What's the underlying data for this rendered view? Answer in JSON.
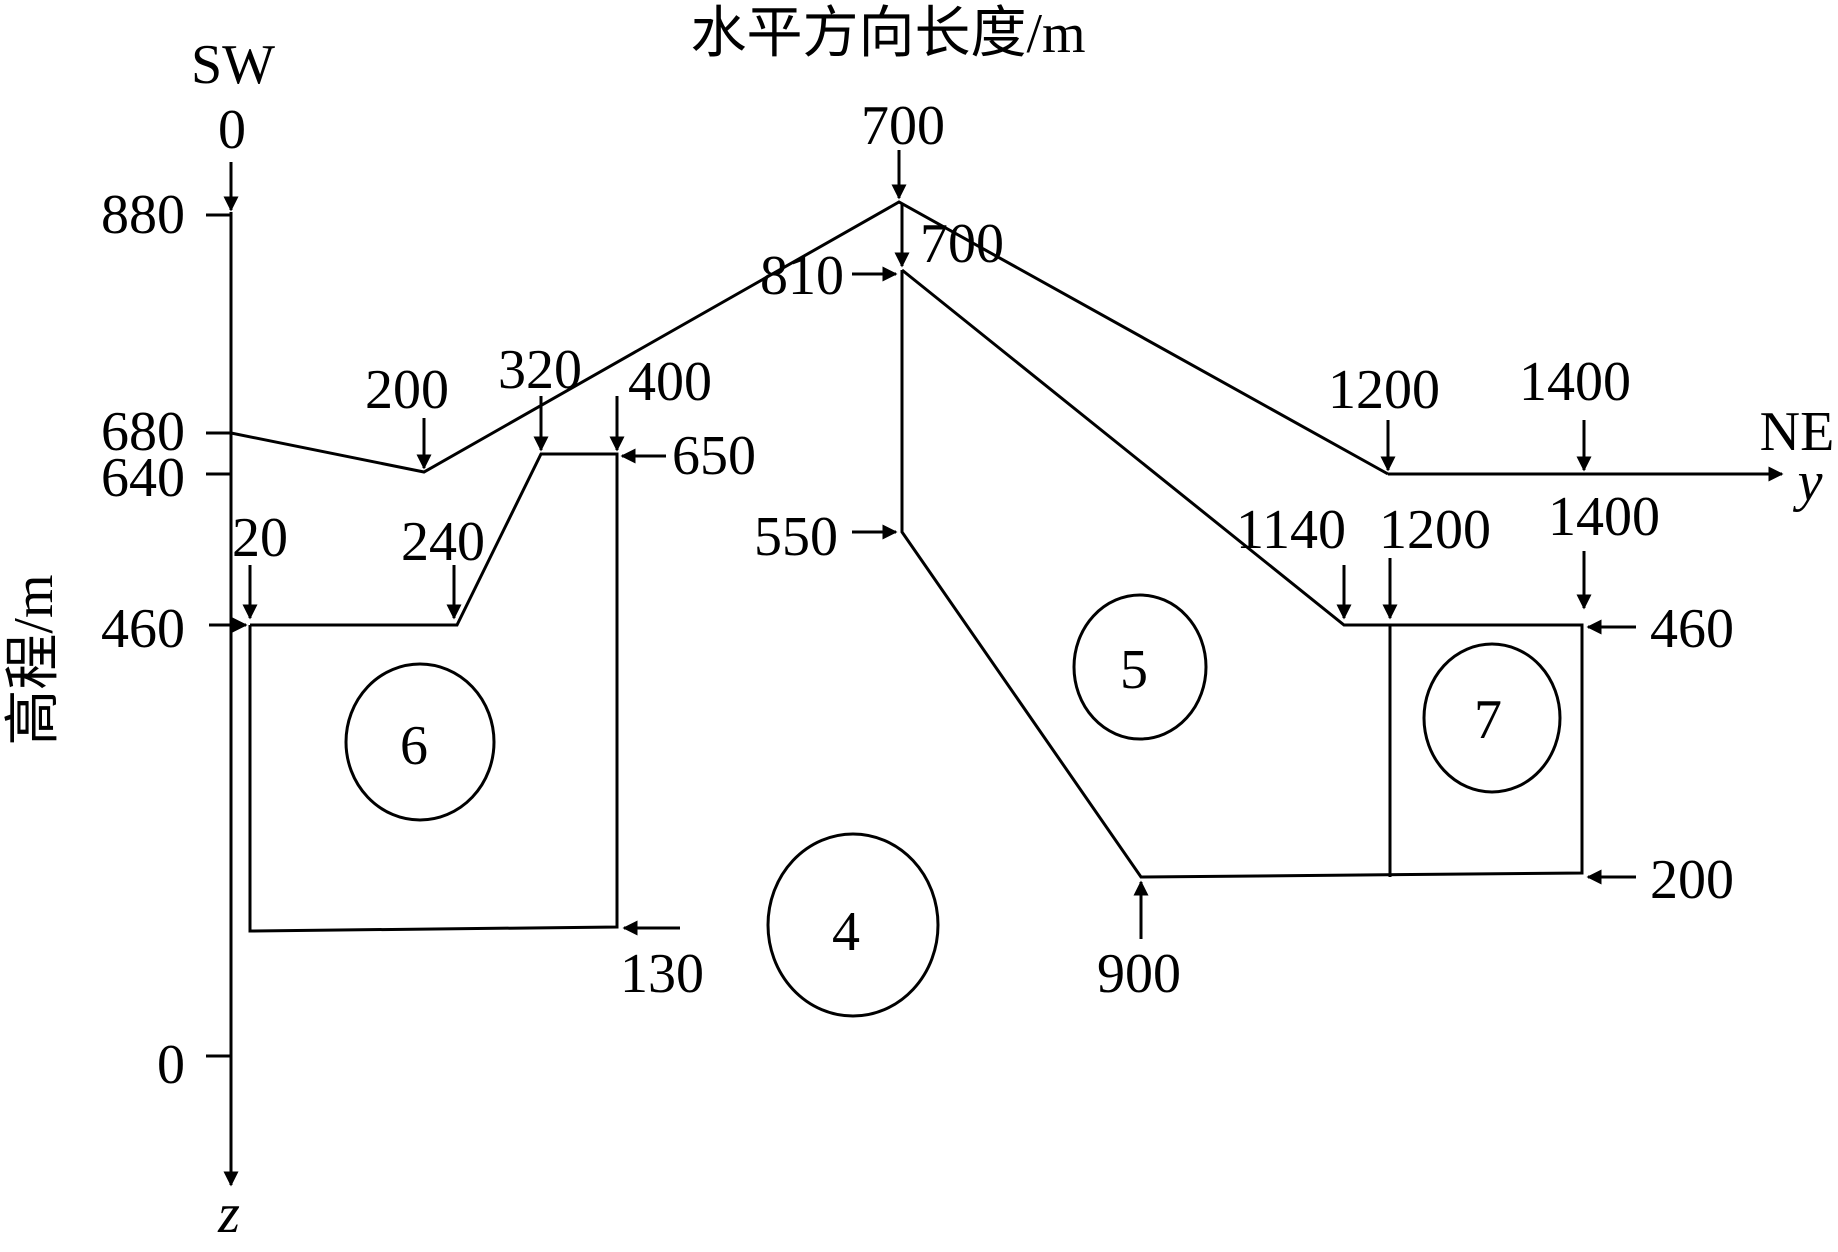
{
  "title": "水平方向长度/m",
  "left_direction": "SW",
  "right_direction": "NE",
  "y_axis_title": "高程/m",
  "horizontal_axis_symbol": "y",
  "vertical_axis_symbol": "z",
  "top_origin_label": "0",
  "elevation_ticks": [
    "880",
    "680",
    "640",
    "460",
    "0"
  ],
  "surface_labels": {
    "peak_top": "700",
    "peak_inner": "700",
    "point_200": "200",
    "point_320": "320",
    "point_400": "400",
    "point_1200": "1200",
    "point_1400": "1400"
  },
  "elevation_labels": {
    "e810": "810",
    "e650": "650",
    "e550": "550",
    "e460_right": "460",
    "e200_right": "200",
    "e130": "130"
  },
  "lower_labels": {
    "p20": "20",
    "p240": "240",
    "p1140": "1140",
    "p1200": "1200",
    "p1400": "1400",
    "p900": "900"
  },
  "zones": {
    "zone4": "4",
    "zone5": "5",
    "zone6": "6",
    "zone7": "7"
  }
}
